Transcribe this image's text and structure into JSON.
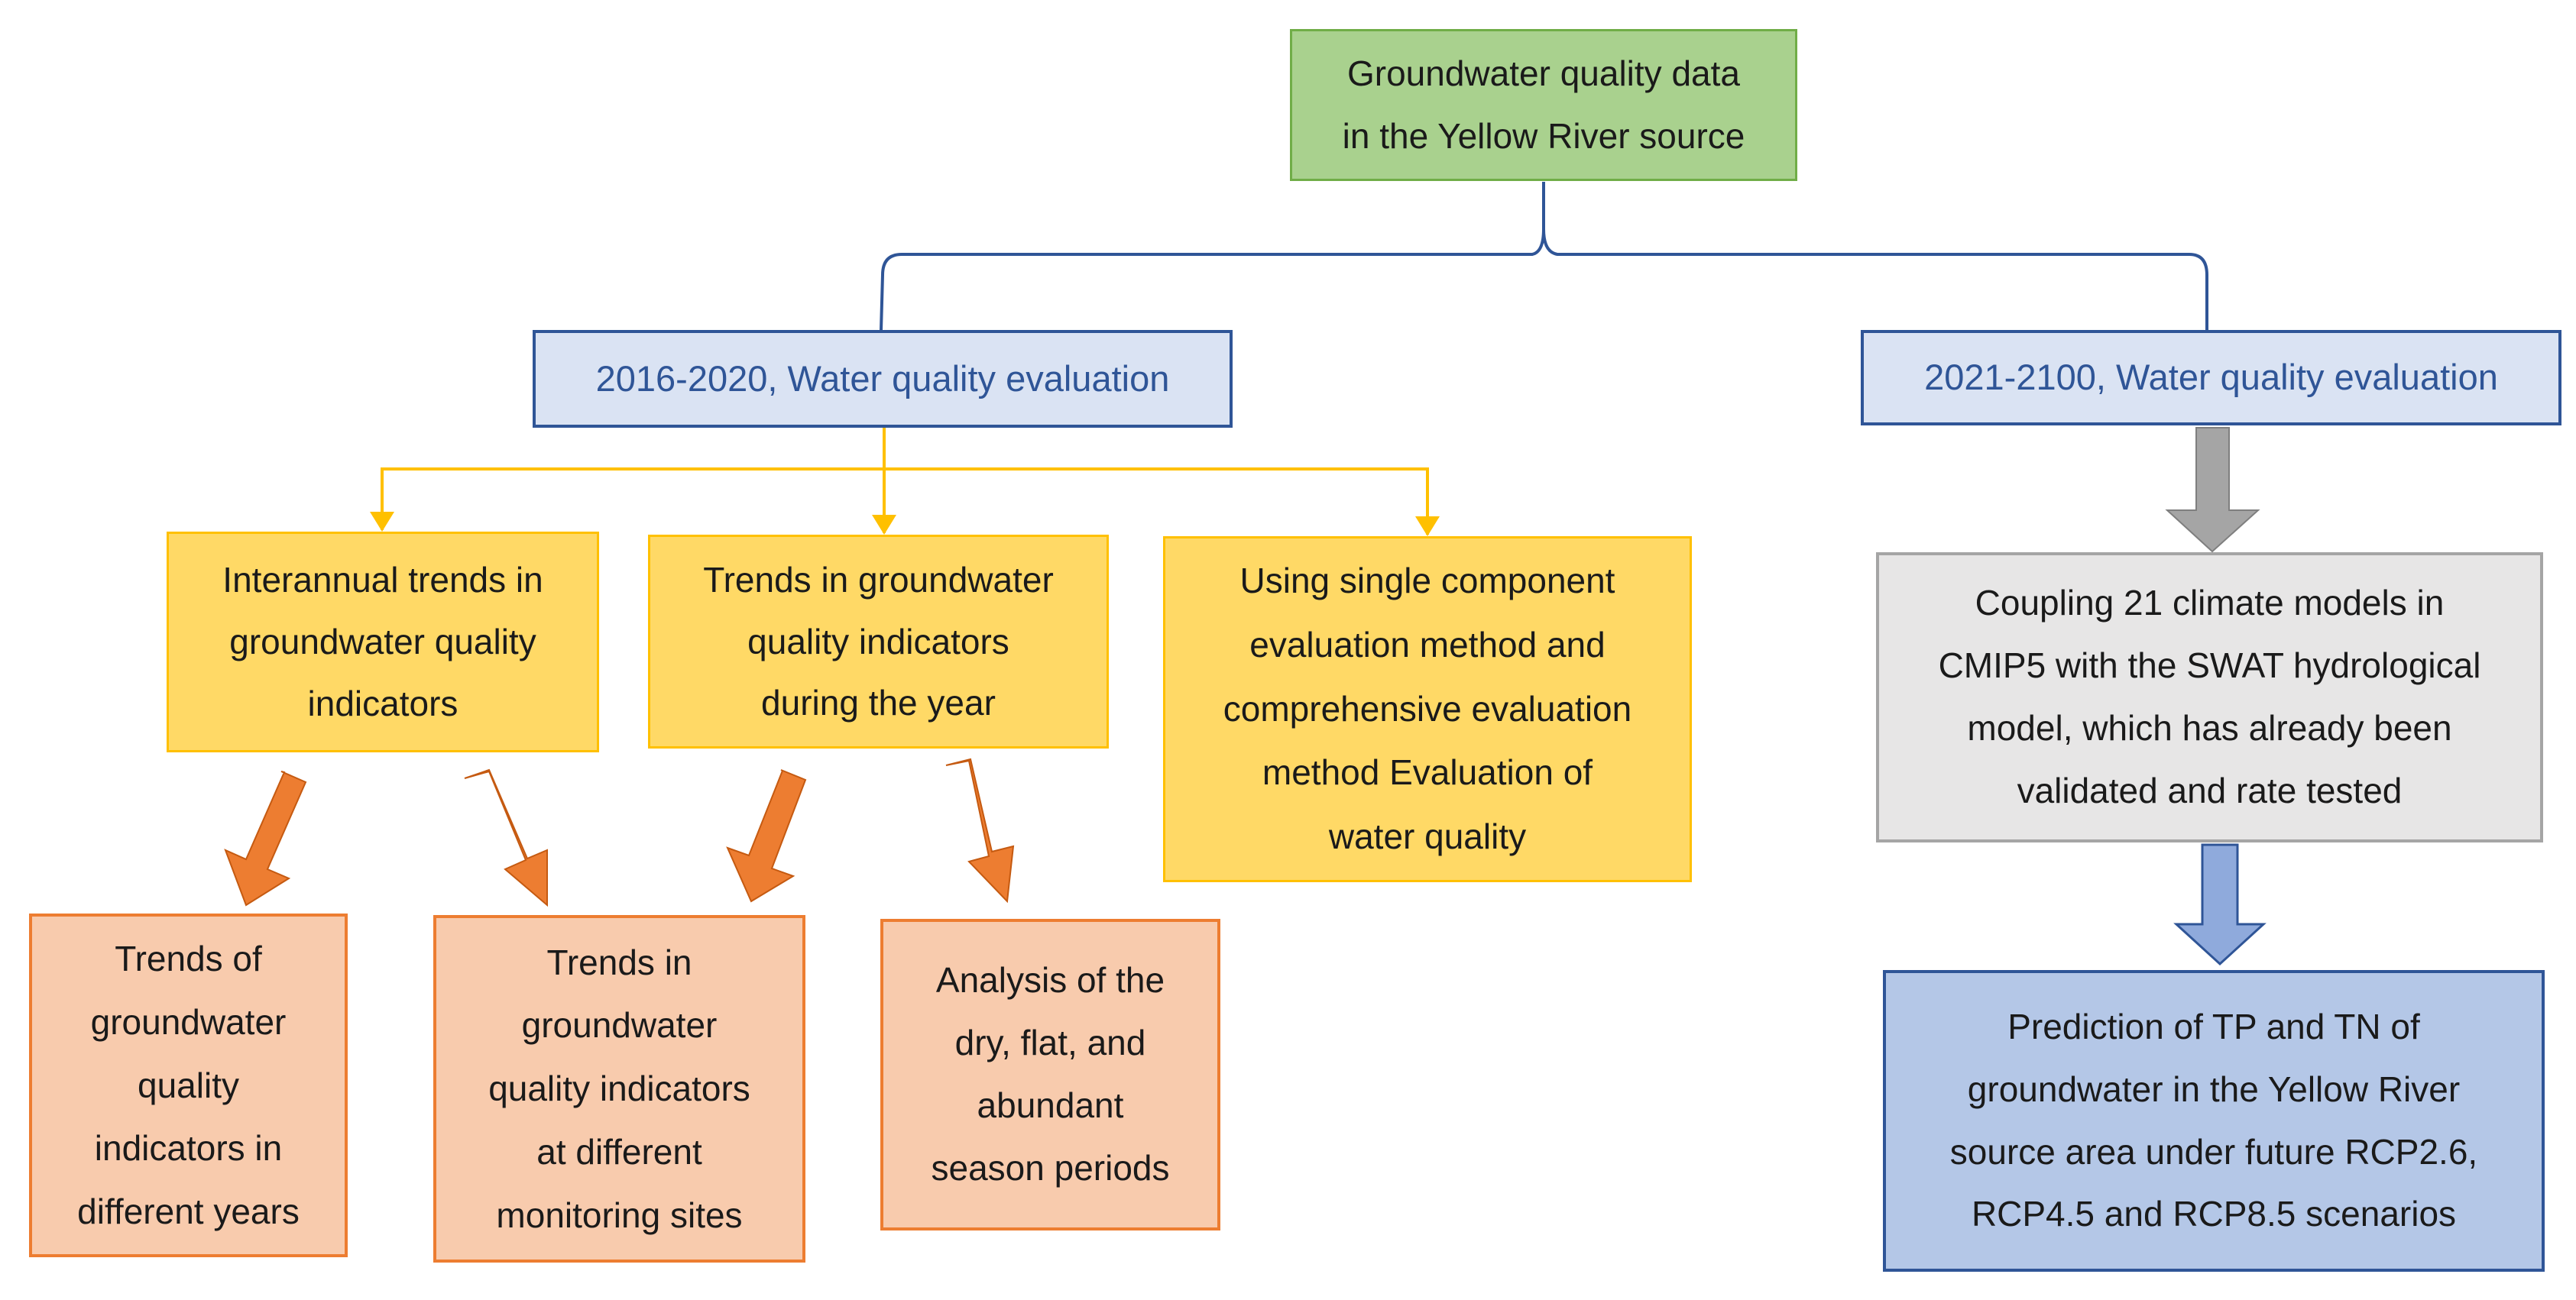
{
  "nodes": {
    "root": "Groundwater quality data\nin the Yellow River source",
    "period_past": "2016-2020, Water quality evaluation",
    "period_future": "2021-2100, Water quality evaluation",
    "interannual": "Interannual trends in\ngroundwater quality\nindicators",
    "during_year": "Trends in groundwater\nquality indicators\nduring the year",
    "single_component": "Using single component\nevaluation method and\ncomprehensive evaluation\nmethod Evaluation of\nwater quality",
    "different_years": "Trends of\ngroundwater\nquality\nindicators in\ndifferent years",
    "monitoring_sites": "Trends in\ngroundwater\nquality indicators\nat different\nmonitoring sites",
    "seasons": "Analysis of the\ndry, flat, and\nabundant\nseason periods",
    "coupling": "Coupling 21 climate models in\nCMIP5 with the SWAT hydrological\nmodel, which has already been\nvalidated and rate tested",
    "prediction": "Prediction of TP and TN of\ngroundwater in the Yellow River\nsource area under future RCP2.6,\nRCP4.5 and RCP8.5 scenarios"
  },
  "colors": {
    "root_fill": "#a9d18e",
    "period_fill": "#dae3f3",
    "period_border": "#2f5597",
    "yellow_fill": "#ffd966",
    "yellow_border": "#ffc000",
    "orange_fill": "#f8cbad",
    "orange_arrow": "#ed7d31",
    "gray_fill": "#e7e6e6",
    "gray_arrow": "#a5a5a5",
    "blue_fill": "#b4c7e7",
    "blue_arrow": "#8faadc"
  }
}
